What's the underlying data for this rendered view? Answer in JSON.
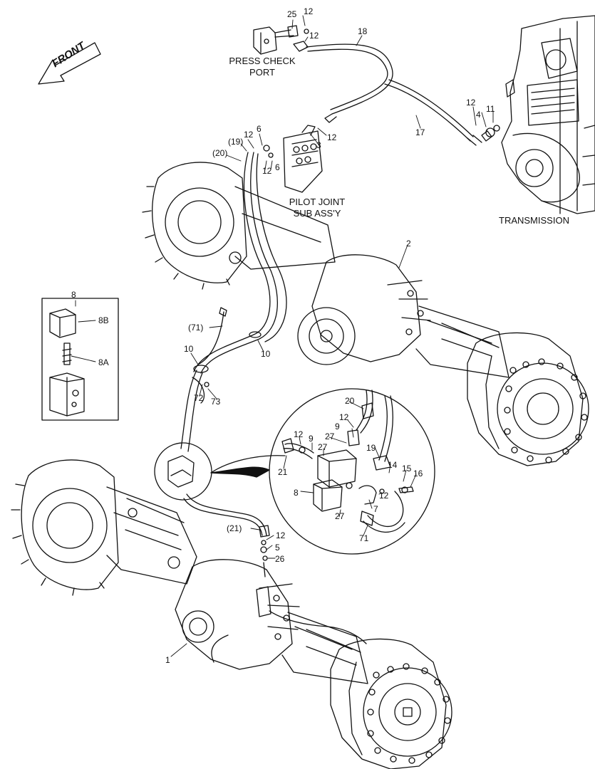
{
  "front_label": "FRONT",
  "captions": {
    "press_check": [
      "PRESS CHECK",
      "PORT"
    ],
    "pilot_joint": [
      "PILOT JOINT",
      "SUB ASS'Y"
    ],
    "transmission": "TRANSMISSION"
  },
  "callouts": {
    "n25": "25",
    "n12a": "12",
    "n12b": "12",
    "n18": "18",
    "n12c": "12",
    "n6a": "6",
    "n19p": "(19)",
    "n20p": "(20)",
    "n12d": "12",
    "n6b": "6",
    "n3": "3",
    "n12e": "12",
    "n17": "17",
    "n12f": "12",
    "n4": "4",
    "n11": "11",
    "n2": "2",
    "n8": "8",
    "n8B": "8B",
    "n8A": "8A",
    "n71p": "(71)",
    "n10a": "10",
    "n10b": "10",
    "n72": "72",
    "n73": "73",
    "d20": "20",
    "d12a": "12",
    "d9a": "9",
    "d27a": "27",
    "d12b": "12",
    "d9b": "9",
    "d27b": "27",
    "d21": "21",
    "d19": "19",
    "d14": "14",
    "d15": "15",
    "d16": "16",
    "d8": "8",
    "d12c": "12",
    "d7": "7",
    "d27c": "27",
    "d71": "71",
    "n21p": "(21)",
    "n12g": "12",
    "n5": "5",
    "n26": "26",
    "n1": "1"
  }
}
